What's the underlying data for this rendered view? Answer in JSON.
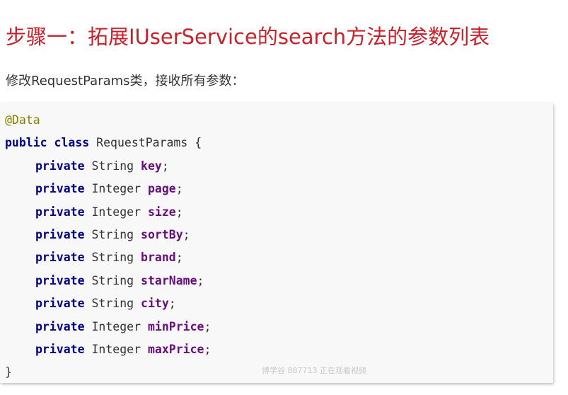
{
  "title": "步骤一：拓展IUserService的search方法的参数列表",
  "description": "修改RequestParams类，接收所有参数：",
  "colors": {
    "title": "#c7222b",
    "keyword": "#000080",
    "field": "#660e7a",
    "annotation": "#808000",
    "code_background": "#f8f8f8"
  },
  "code": {
    "annotation": "@Data",
    "class_decl": {
      "kw_public": "public",
      "kw_class": "class",
      "class_name": "RequestParams",
      "open_brace": "{"
    },
    "fields": [
      {
        "modifier": "private",
        "type": "String",
        "name": "key"
      },
      {
        "modifier": "private",
        "type": "Integer",
        "name": "page"
      },
      {
        "modifier": "private",
        "type": "Integer",
        "name": "size"
      },
      {
        "modifier": "private",
        "type": "String",
        "name": "sortBy"
      },
      {
        "modifier": "private",
        "type": "String",
        "name": "brand"
      },
      {
        "modifier": "private",
        "type": "String",
        "name": "starName"
      },
      {
        "modifier": "private",
        "type": "String",
        "name": "city"
      },
      {
        "modifier": "private",
        "type": "Integer",
        "name": "minPrice"
      },
      {
        "modifier": "private",
        "type": "Integer",
        "name": "maxPrice"
      }
    ],
    "field_terminator": ";",
    "close_brace": "}"
  },
  "watermark": "博学谷 887713 正在观看视频"
}
